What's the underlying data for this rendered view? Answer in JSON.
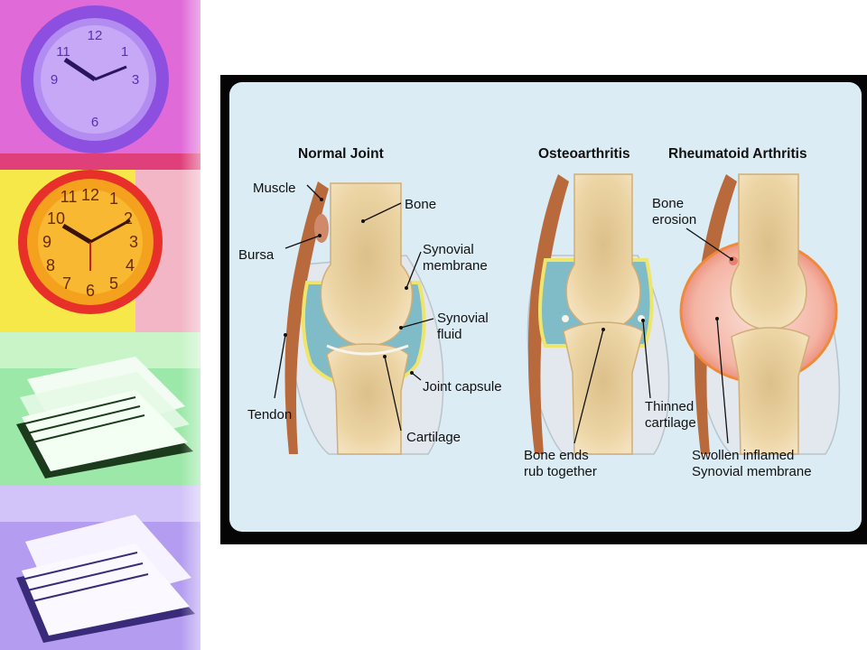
{
  "diagram": {
    "titles": {
      "normal": "Normal Joint",
      "osteo": "Osteoarthritis",
      "rheum": "Rheumatoid Arthritis"
    },
    "normal_labels": {
      "muscle": "Muscle",
      "bone": "Bone",
      "bursa": "Bursa",
      "synovial_membrane_1": "Synovial",
      "synovial_membrane_2": "membrane",
      "synovial_fluid_1": "Synovial",
      "synovial_fluid_2": "fluid",
      "joint_capsule": "Joint capsule",
      "tendon": "Tendon",
      "cartilage": "Cartilage"
    },
    "osteo_labels": {
      "bone_ends_1": "Bone ends",
      "bone_ends_2": "rub together",
      "thinned_1": "Thinned",
      "thinned_2": "cartilage"
    },
    "rheum_labels": {
      "erosion_1": "Bone",
      "erosion_2": "erosion",
      "swollen_1": "Swollen inflamed",
      "swollen_2": "Synovial membrane"
    },
    "colors": {
      "panel_bg": "#dcecf4",
      "bone": "#ecd4a4",
      "bone_edge": "#cfae78",
      "fluid": "#7fbcc8",
      "membrane": "#efe56a",
      "muscle": "#b86a3c",
      "capsule": "#e2e8ee",
      "inflamed": "#f0a292"
    }
  }
}
